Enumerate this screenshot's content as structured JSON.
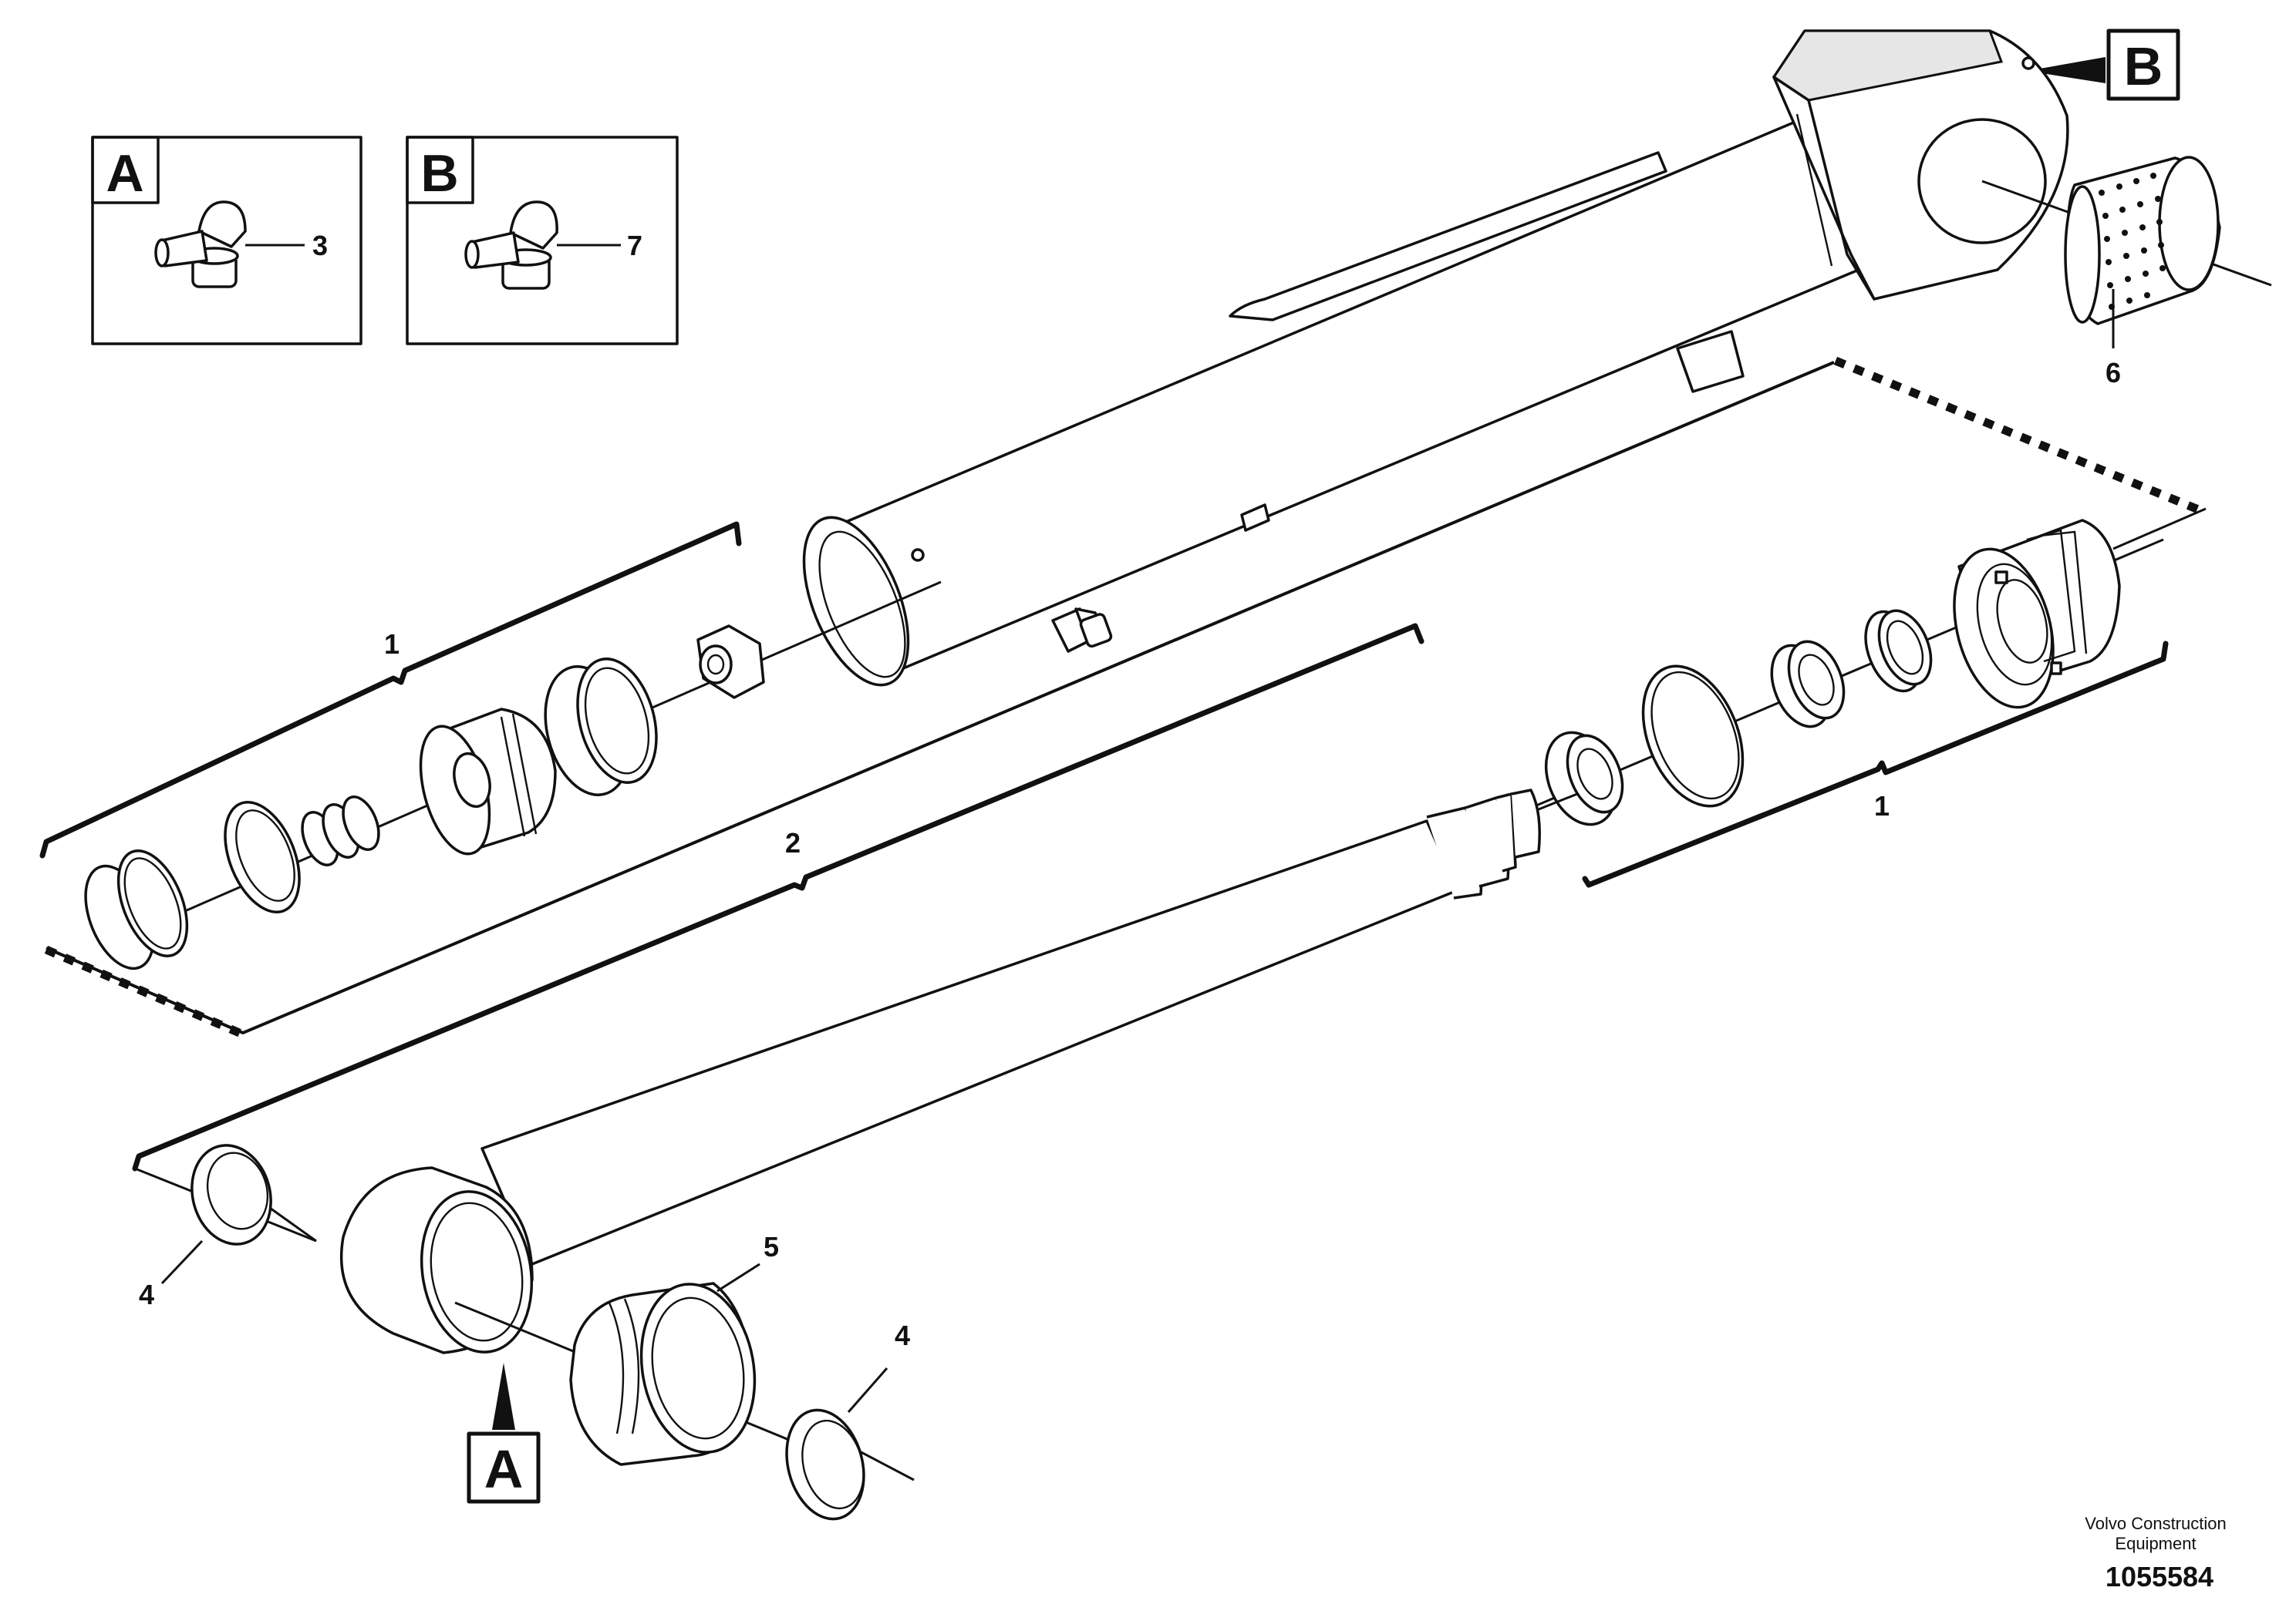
{
  "detail_views": [
    {
      "letter": "A",
      "callout": "3"
    },
    {
      "letter": "B",
      "callout": "7"
    }
  ],
  "view_markers": {
    "top_right": "B",
    "bottom": "A"
  },
  "callouts": {
    "kit_left": "1",
    "kit_right": "1",
    "kit_center": "2",
    "washer_left": "4",
    "washer_right": "4",
    "bushing": "5",
    "bushing_top": "6"
  },
  "footer": {
    "company_line1": "Volvo Construction",
    "company_line2": "Equipment",
    "drawing_number": "1055584"
  }
}
